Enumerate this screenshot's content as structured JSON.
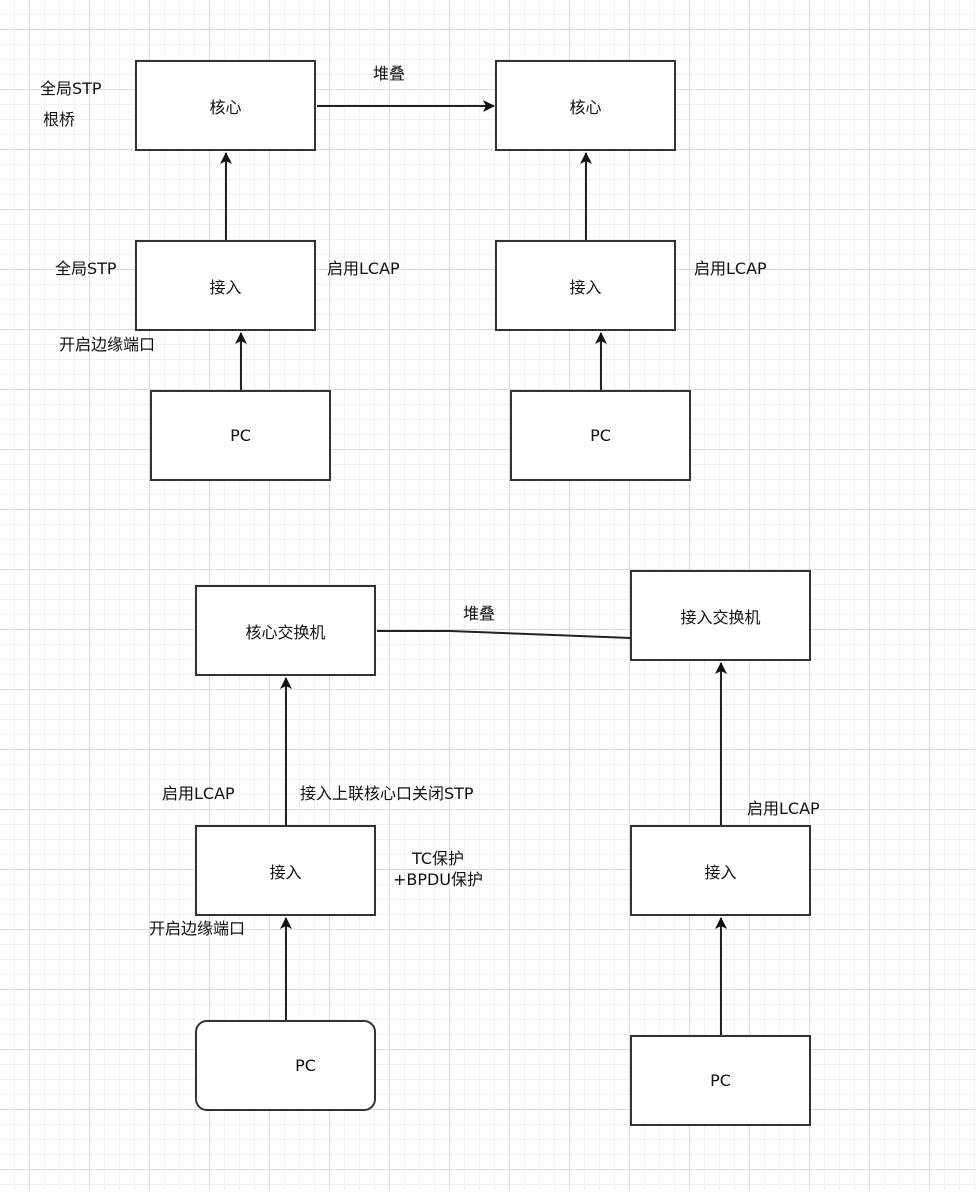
{
  "diagram": {
    "top_left": {
      "core": "核心",
      "access": "接入",
      "pc": "PC",
      "labels": {
        "global_stp_root_line1": "全局STP",
        "global_stp_root_line2": "根桥",
        "global_stp": "全局STP",
        "enable_lacp": "启用LCAP",
        "edge_port": "开启边缘端口"
      }
    },
    "top_right": {
      "core": "核心",
      "access": "接入",
      "pc": "PC",
      "labels": {
        "enable_lacp": "启用LCAP"
      }
    },
    "top_stack_label": "堆叠",
    "bottom_left": {
      "core_switch": "核心交换机",
      "access": "接入",
      "pc": "PC",
      "labels": {
        "enable_lacp": "启用LCAP",
        "uplink_stp_off": "接入上联核心口关闭STP",
        "tc_protect": "TC保护",
        "bpdu_protect": "+BPDU保护",
        "edge_port": "开启边缘端口"
      }
    },
    "bottom_right": {
      "access_switch": "接入交换机",
      "access": "接入",
      "pc": "PC",
      "labels": {
        "enable_lacp": "启用LCAP"
      }
    },
    "bottom_stack_label": "堆叠",
    "edges": [
      {
        "from": "top_left.core",
        "to": "top_right.core",
        "type": "arrow",
        "label": "堆叠"
      },
      {
        "from": "top_left.access",
        "to": "top_left.core",
        "type": "arrow"
      },
      {
        "from": "top_left.pc",
        "to": "top_left.access",
        "type": "arrow"
      },
      {
        "from": "top_right.access",
        "to": "top_right.core",
        "type": "arrow"
      },
      {
        "from": "top_right.pc",
        "to": "top_right.access",
        "type": "arrow"
      },
      {
        "from": "bottom_left.core_switch",
        "to": "bottom_right.access_switch",
        "type": "line",
        "label": "堆叠"
      },
      {
        "from": "bottom_left.access",
        "to": "bottom_left.core_switch",
        "type": "arrow"
      },
      {
        "from": "bottom_left.pc",
        "to": "bottom_left.access",
        "type": "arrow"
      },
      {
        "from": "bottom_right.access",
        "to": "bottom_right.access_switch",
        "type": "arrow"
      },
      {
        "from": "bottom_right.pc",
        "to": "bottom_right.access",
        "type": "arrow"
      }
    ]
  }
}
